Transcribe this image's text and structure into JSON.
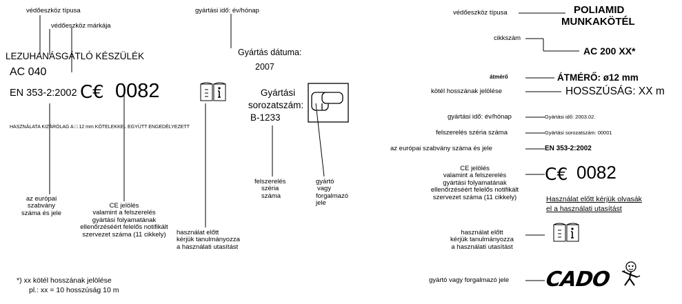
{
  "left": {
    "lbl_type": "védőeszköz típusa",
    "lbl_brand": "védőeszköz márkája",
    "lbl_date_top": "gyártási idő: év/hónap",
    "product_name": "LEZUHANÁSGÁTLÓ KÉSZÜLÉK",
    "model": "AC 040",
    "standard": "EN 353-2:2002",
    "ce_mark": "C€",
    "notified_body": "0082",
    "date_label": "Gyártás dátuma:",
    "date_value": "2007",
    "serial_label_1": "Gyártási",
    "serial_label_2": "sorozatszám:",
    "serial_value": "B-1233",
    "usage_note": "HASZNÁLATA KIZÁRÓLAG A □ 12 mm KÖTELEKKEL EGYÜTT ENGEDÉLYEZETT",
    "lbl_eu_std": [
      "az európai",
      "szabvány",
      "száma és jele"
    ],
    "lbl_ce": [
      "CE jelölés",
      "valamint a felszerelés",
      "gyártási folyamatának",
      "ellenőrzéséért felelős notifikált",
      "szervezet száma (11 cikkely)"
    ],
    "lbl_read": [
      "használat előtt",
      "kérjük tanulmányozza",
      "a használati utasítást"
    ],
    "lbl_serial": [
      "felszerelés",
      "széria",
      "száma"
    ],
    "lbl_maker": [
      "gyártó",
      "vagy",
      "forgalmazó",
      "jele"
    ],
    "footnote_1": "*) xx  kötél hosszának jelölése",
    "footnote_2": "pl.: xx = 10  hosszúság 10 m"
  },
  "right": {
    "lbl_type": "védőeszköz típusa",
    "product_line1": "POLIAMID",
    "product_line2": "MUNKAKÖTÉL",
    "lbl_code": "cikkszám",
    "code_value": "AC 200 XX*",
    "lbl_diam": "átmérő",
    "diam_value": "ÁTMÉRŐ: ø12 mm",
    "lbl_length": "kötél hosszának jelölése",
    "length_value": "HOSSZÚSÁG: XX m",
    "lbl_date": "gyártási idő: év/hónap",
    "date_value": "Gyártási idő: 2003.02.",
    "lbl_serial": "felszerelés széria száma",
    "serial_value": "Gyártási sorozatszám: 00001",
    "lbl_std": "az európai szabvány száma és jele",
    "std_value": "EN 353-2:2002",
    "lbl_ce": [
      "CE jelölés",
      "valamint a felszerelés",
      "gyártási folyamatának",
      "ellenőrzéséért felelős notifikált",
      "szervezet száma (11 cikkely)"
    ],
    "ce_mark": "C€",
    "notified_body": "0082",
    "read_note_1": "Használat előtt kérjük olvasák",
    "read_note_2": "el a használati utasítást",
    "lbl_read": [
      "használat előtt",
      "kérjük tanulmányozza",
      "a használati utasítást"
    ],
    "lbl_maker": "gyártó vagy forgalmazó jele",
    "brand": "CADO"
  },
  "icons": {
    "book": "open-book-info-icon",
    "maker": "manufacturer-mark-icon",
    "mascot": "mascot-figure-icon"
  }
}
